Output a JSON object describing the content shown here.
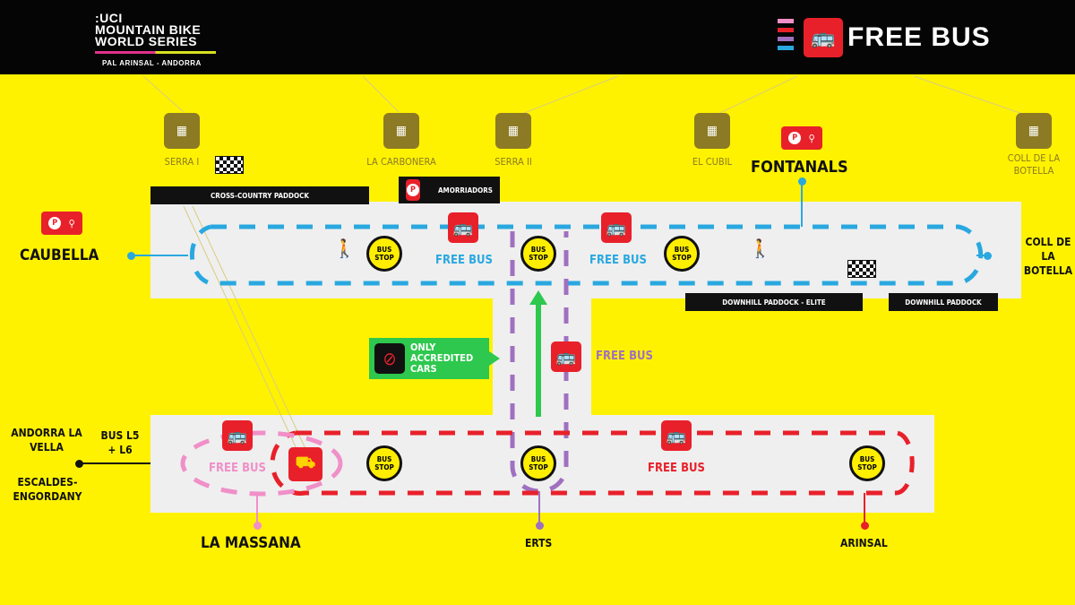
{
  "header": {
    "logo_lines": [
      ":UCI",
      "MOUNTAIN BIKE",
      "WORLD SERIES"
    ],
    "logo_sub": "PAL ARINSAL - ANDORRA",
    "title": "FREE BUS",
    "legend_colors": [
      "#f08fc8",
      "#e8202a",
      "#a070c0",
      "#29a8e0"
    ]
  },
  "colors": {
    "background": "#fff200",
    "road": "#efefef",
    "blue_route": "#29a8e0",
    "red_route": "#e8202a",
    "purple_route": "#a070c0",
    "pink_route": "#f08fc8",
    "green_route": "#2dc84d",
    "venue": "#8c7a24"
  },
  "venues": [
    "SERRA I",
    "LA CARBONERA",
    "SERRA II",
    "EL CUBIL",
    "COLL DE LA BOTELLA"
  ],
  "places": {
    "fontanals": "FONTANALS",
    "caubella": "CAUBELLA",
    "coll": "COLL DE LA BOTELLA",
    "andorra": "ANDORRA LA VELLA",
    "escaldes": "ESCALDES-ENGORDANY",
    "bus_lines": "BUS L5 + L6",
    "massana": "LA MASSANA",
    "erts": "ERTS",
    "arinsal": "ARINSAL"
  },
  "paddocks": {
    "xc": "CROSS-COUNTRY PADDOCK",
    "amorriadors": "AMORRIADORS",
    "dh_elite": "DOWNHILL PADDOCK - ELITE",
    "dh": "DOWNHILL PADDOCK"
  },
  "bus_stop": "BUS STOP",
  "free_bus": "FREE BUS",
  "accredited": "ONLY ACCREDITED CARS",
  "icons": {
    "venue": "grandstand-icon",
    "bus": "bus-icon",
    "parking": "parking-bike-icon",
    "gondola": "gondola-icon",
    "flag": "checkered-flag-icon",
    "pedestrian": "pedestrian-icon",
    "no_car": "no-car-icon"
  }
}
